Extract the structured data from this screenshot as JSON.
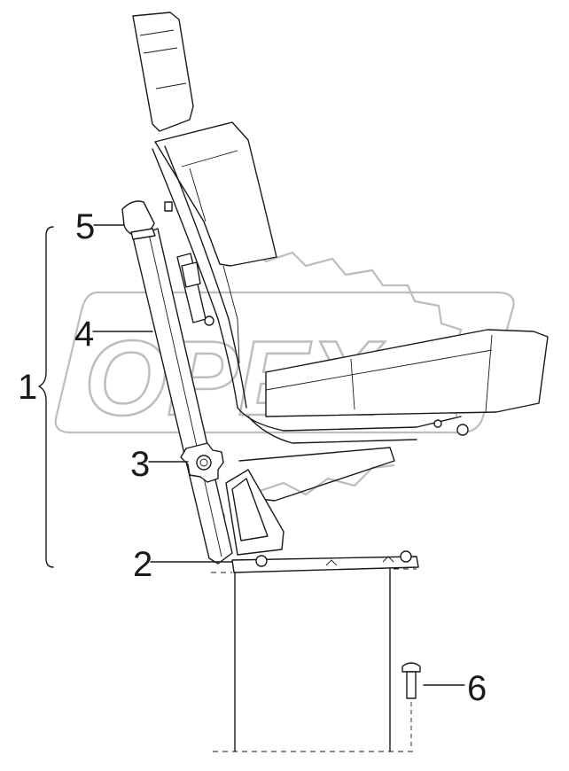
{
  "watermark": {
    "text": "OPEX"
  },
  "callouts": [
    {
      "id": "1",
      "label": "1"
    },
    {
      "id": "2",
      "label": "2"
    },
    {
      "id": "3",
      "label": "3"
    },
    {
      "id": "4",
      "label": "4"
    },
    {
      "id": "5",
      "label": "5"
    },
    {
      "id": "6",
      "label": "6"
    }
  ]
}
